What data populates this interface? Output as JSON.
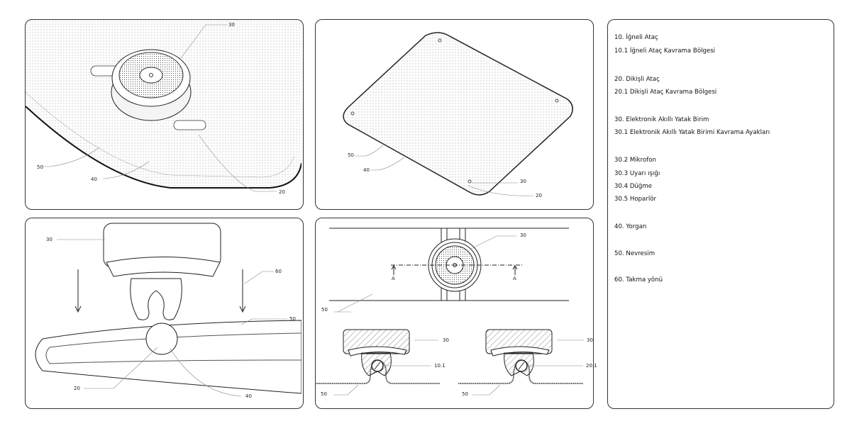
{
  "legend": [
    {
      "text": "10. İğneli Ataç"
    },
    {
      "text": "10.1 İğneli Ataç Kavrama Bölgesi"
    },
    {
      "text": "20. Dikişli Ataç"
    },
    {
      "text": "20.1 Dikişli Ataç Kavrama Bölgesi"
    },
    {
      "text": "30. Elektronik Akıllı Yatak Birim"
    },
    {
      "text": "30.1 Elektronik Akıllı Yatak Birimi Kavrama Ayakları"
    },
    {
      "text": "30.2 Mikrofon"
    },
    {
      "text": "30.3 Uyarı ışığı"
    },
    {
      "text": "30.4 Düğme"
    },
    {
      "text": "30.5 Hoparlör"
    },
    {
      "text": "40. Yorgan"
    },
    {
      "text": "50. Nevresim"
    },
    {
      "text": "60. Takma yönü"
    }
  ],
  "panel1": {
    "labels": [
      "30",
      "50",
      "40",
      "20"
    ]
  },
  "panel2": {
    "labels": [
      "50",
      "40",
      "30",
      "20"
    ]
  },
  "panel3": {
    "labels": [
      "30",
      "60",
      "50",
      "20",
      "40"
    ]
  },
  "panel4": {
    "labels": [
      "30",
      "A",
      "A",
      "50",
      "30",
      "30",
      "10.1",
      "20.1",
      "50",
      "50"
    ]
  }
}
